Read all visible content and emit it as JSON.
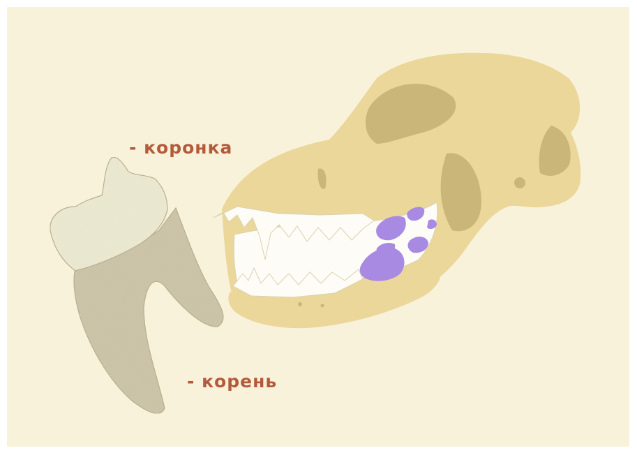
{
  "labels": {
    "crown": "- коронка",
    "root": "- корень"
  },
  "colors": {
    "background": "#f8f2da",
    "label": "#b45a3c",
    "crown": "#eeebd2",
    "root": "#cdc4a6",
    "skull": "#ecd79a",
    "skull_shadow": "#cbb67a",
    "teeth": "#fdfcf6",
    "molars_highlight": "#a98ae3"
  },
  "icons": {
    "tooth": "tooth-illustration",
    "skull": "dog-skull-illustration"
  }
}
